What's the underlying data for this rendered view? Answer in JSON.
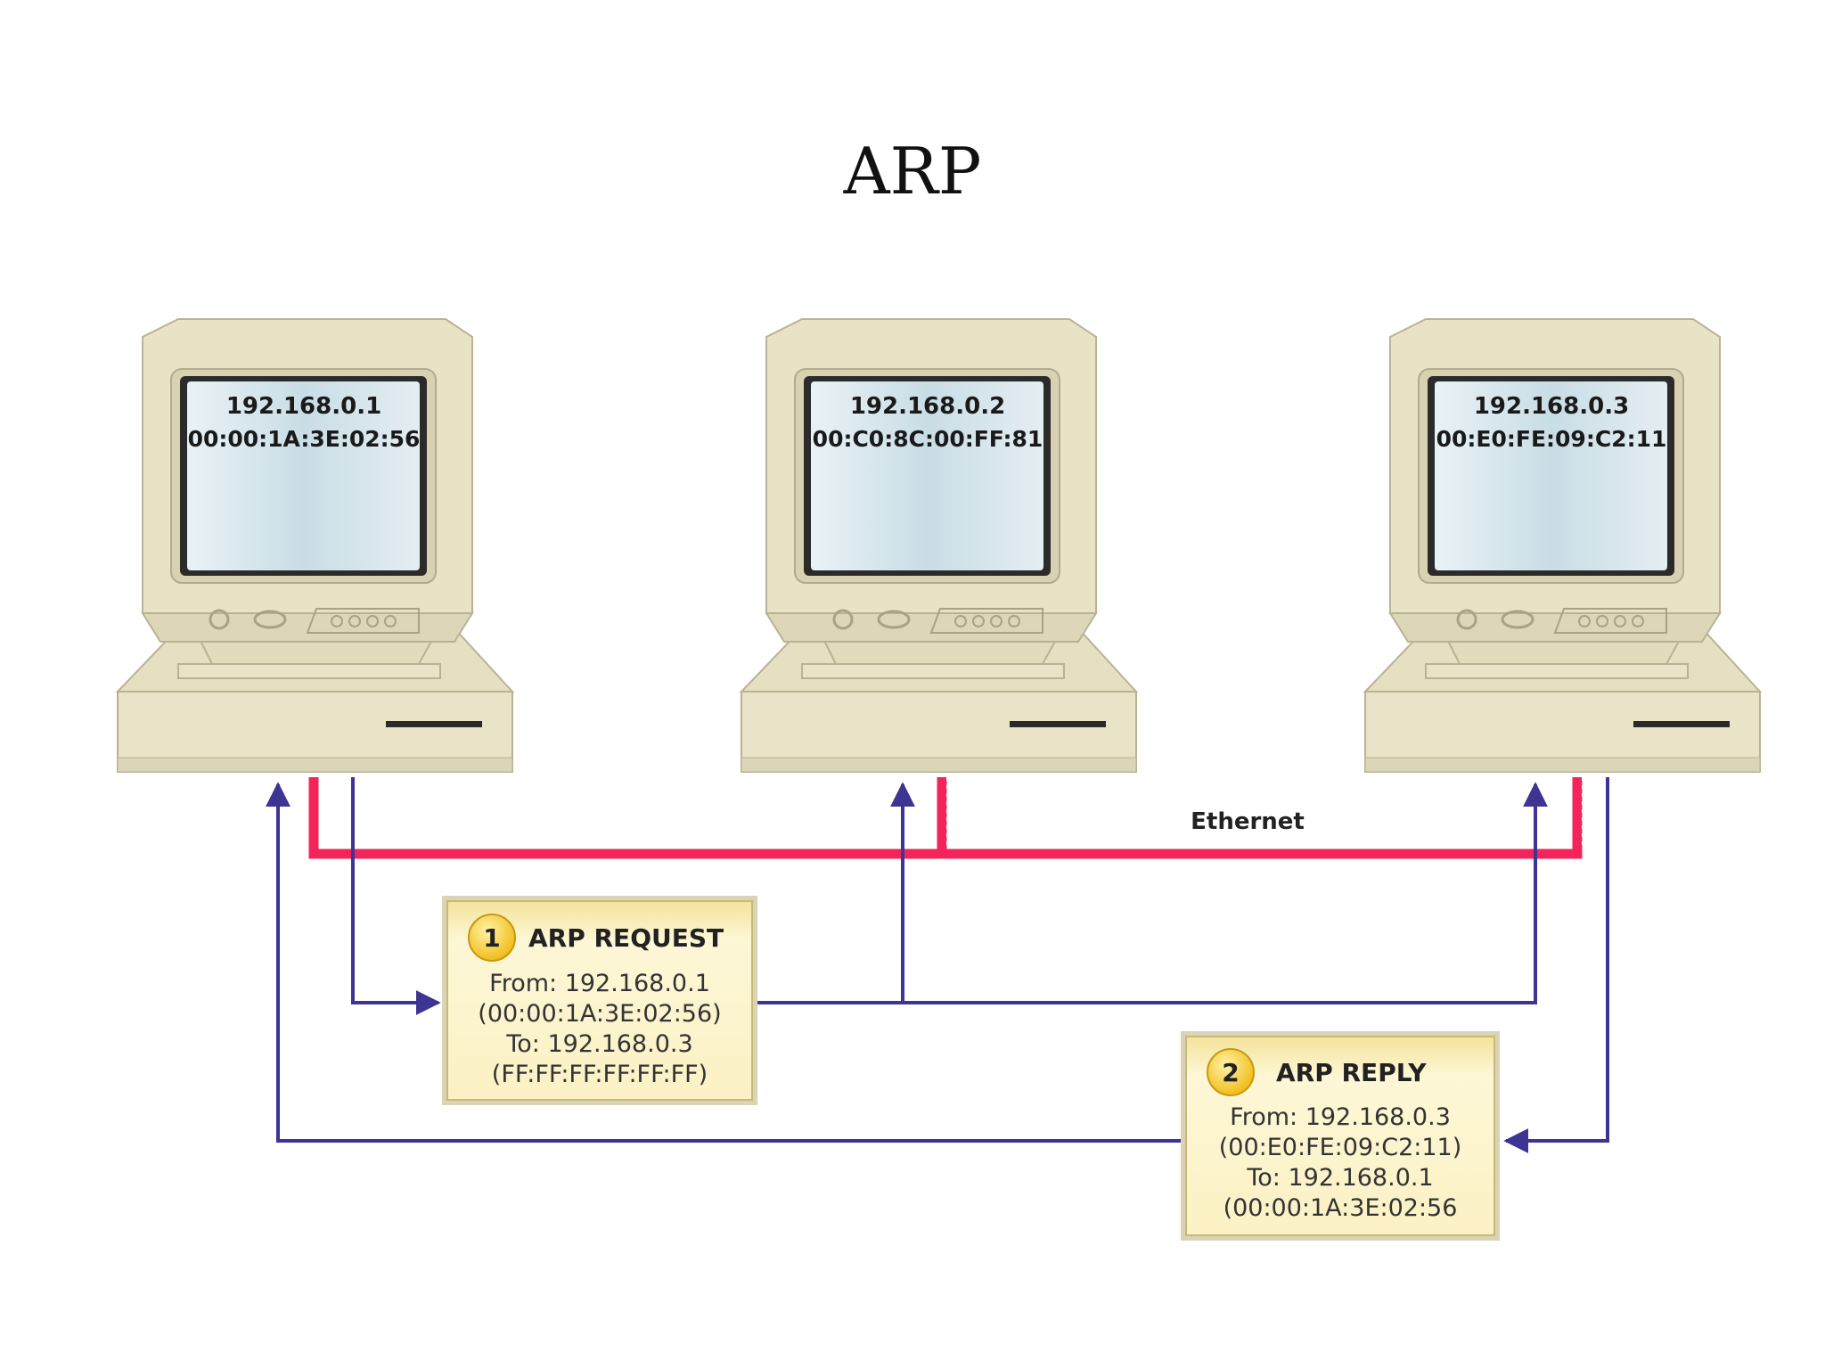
{
  "title": "ARP",
  "network_label": "Ethernet",
  "computers": [
    {
      "ip": "192.168.0.1",
      "mac": "00:00:1A:3E:02:56"
    },
    {
      "ip": "192.168.0.2",
      "mac": "00:C0:8C:00:FF:81"
    },
    {
      "ip": "192.168.0.3",
      "mac": "00:E0:FE:09:C2:11"
    }
  ],
  "request": {
    "number": "1",
    "title": "ARP REQUEST",
    "from": "From: 192.168.0.1",
    "from_mac": "(00:00:1A:3E:02:56)",
    "to": "To: 192.168.0.3",
    "to_mac": "(FF:FF:FF:FF:FF:FF)"
  },
  "reply": {
    "number": "2",
    "title": "ARP REPLY",
    "from": "From: 192.168.0.3",
    "from_mac": "(00:E0:FE:09:C2:11)",
    "to": "To: 192.168.0.1",
    "to_mac": "(00:00:1A:3E:02:56"
  },
  "colors": {
    "ethernet": "#f2245a",
    "signal": "#3d3493",
    "computer": "#e9e3c4",
    "screen": "#cfe0e8",
    "box": "#fbf2c0",
    "badge": "#f5c518"
  }
}
